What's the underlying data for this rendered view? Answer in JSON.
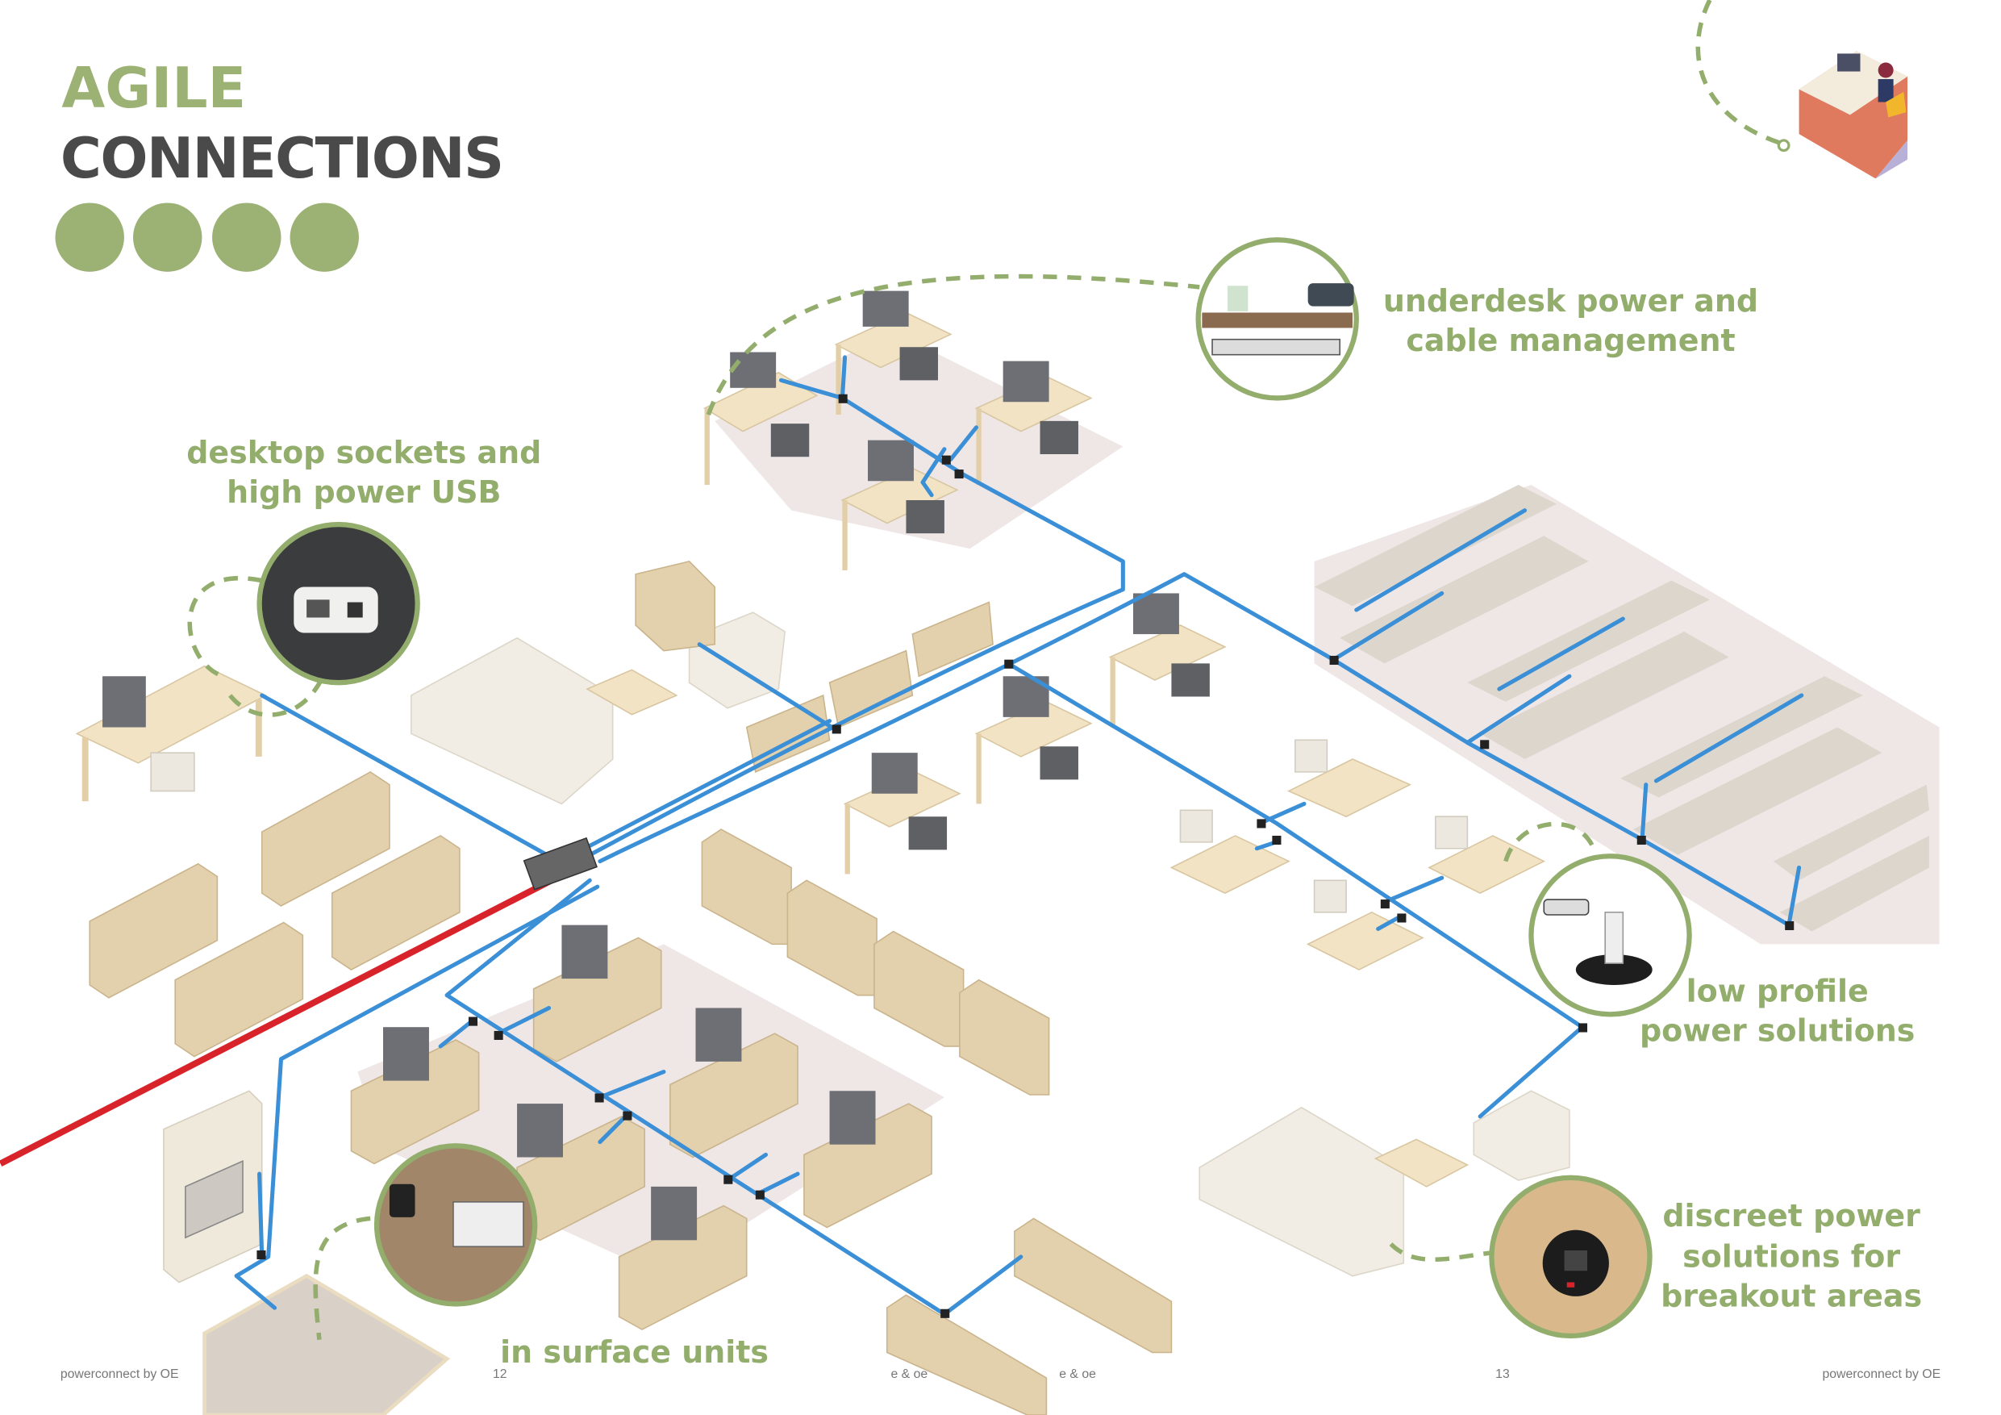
{
  "title": {
    "line1": "AGILE",
    "line2": "CONNECTIONS",
    "dots": 4
  },
  "colors": {
    "accent_green": "#92ad6c",
    "title_dark": "#4a4a4a",
    "network_blue": "#3a8fd6",
    "mains_red": "#d8232a"
  },
  "callouts": {
    "underdesk": {
      "line1": "underdesk power and",
      "line2": "cable management",
      "icon": "underdesk-power-photo"
    },
    "desktop": {
      "line1": "desktop sockets and",
      "line2": "high power USB",
      "icon": "desktop-socket-photo"
    },
    "low_profile": {
      "line1": "low profile",
      "line2": "power solutions",
      "icon": "grommet-power-photo"
    },
    "discreet": {
      "line1": "discreet power",
      "line2": "solutions for",
      "line3": "breakout areas",
      "icon": "flush-socket-photo"
    },
    "in_surface": {
      "line1": "in surface units",
      "icon": "in-surface-unit-photo"
    }
  },
  "footer": {
    "left_brand": "powerconnect by OE",
    "page_left": "12",
    "eoe_left": "e & oe",
    "eoe_right": "e & oe",
    "page_right": "13",
    "right_brand": "powerconnect by OE"
  }
}
